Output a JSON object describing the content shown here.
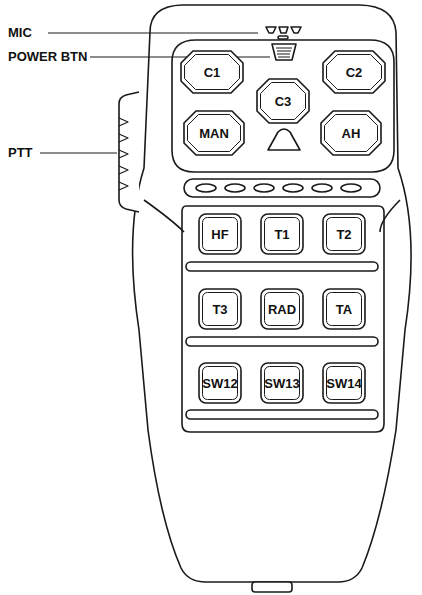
{
  "diagram": {
    "nodes": [
      {
        "text": [
          "C1"
        ]
      },
      {
        "text": [
          "C2"
        ]
      },
      {
        "text": [
          "C3"
        ]
      },
      {
        "text": [
          "MAN"
        ]
      },
      {
        "text": [
          "AH"
        ]
      },
      {
        "text": [
          "HF"
        ]
      },
      {
        "text": [
          "T1"
        ]
      },
      {
        "text": [
          "T2"
        ]
      },
      {
        "text": [
          "T3"
        ]
      },
      {
        "text": [
          "RAD"
        ]
      },
      {
        "text": [
          "TA"
        ]
      },
      {
        "text": [
          "SW12"
        ]
      },
      {
        "text": [
          "SW13"
        ]
      },
      {
        "text": [
          "SW14"
        ]
      }
    ],
    "labels": [
      "MIC",
      "POWER BTN",
      "PTT"
    ]
  }
}
